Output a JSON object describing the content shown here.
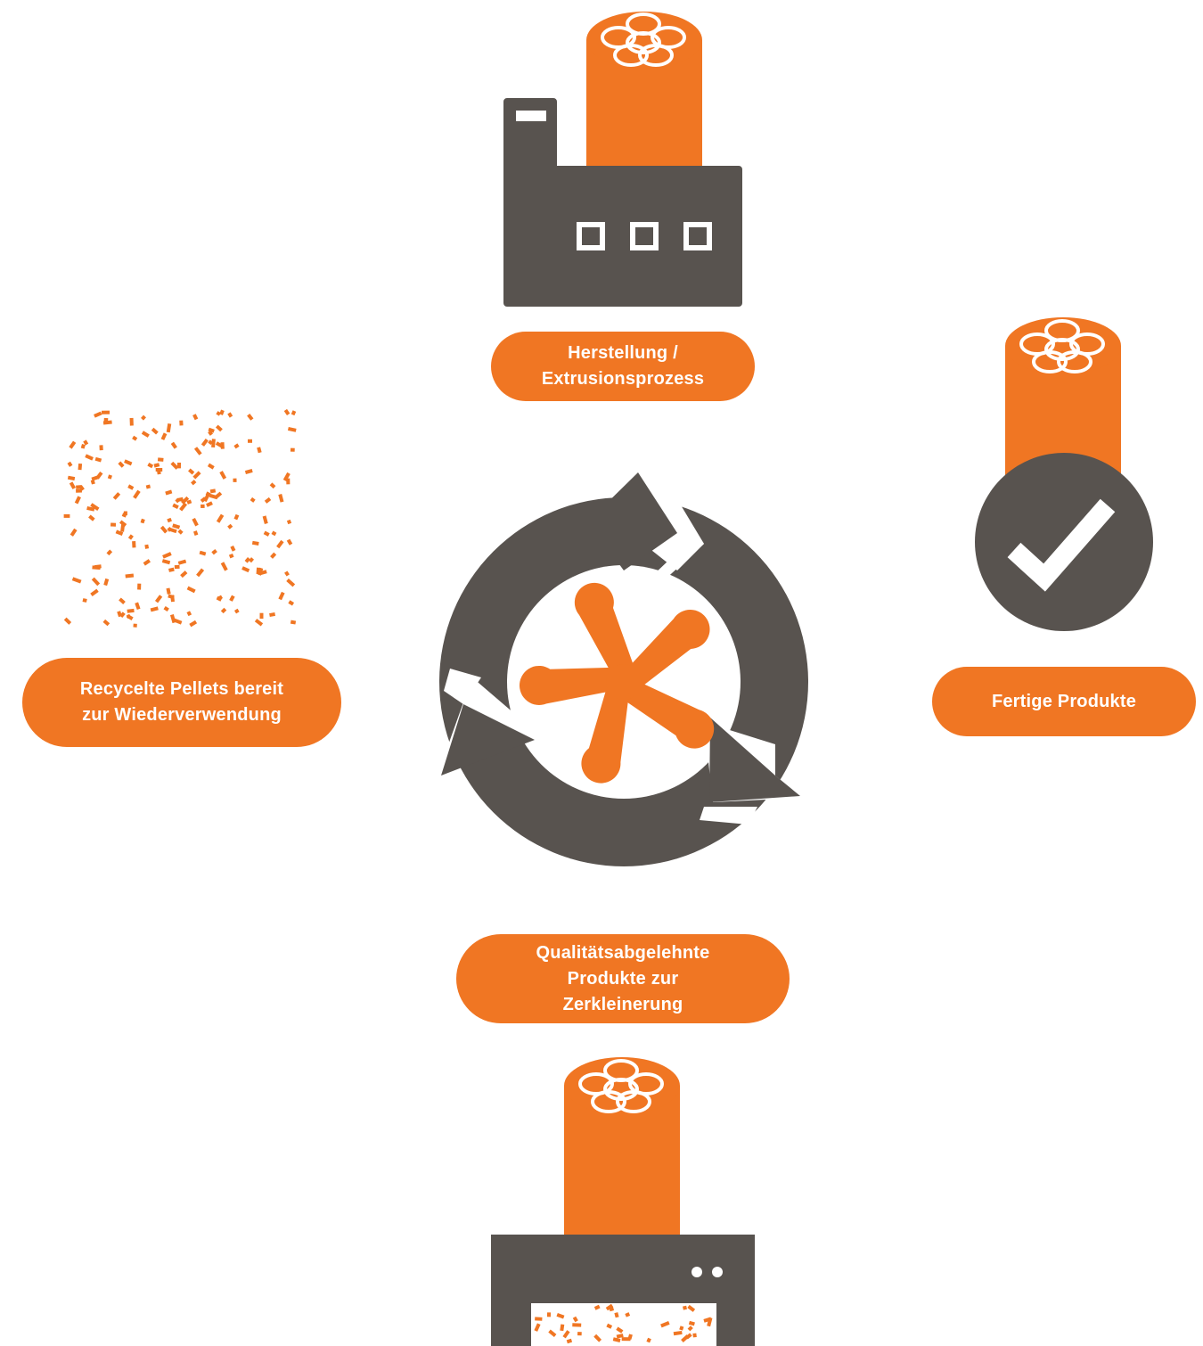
{
  "colors": {
    "accent": "#f07623",
    "dark": "#58534f",
    "white": "#ffffff"
  },
  "steps": {
    "manufacturing": {
      "icon": "factory-icon",
      "lines": [
        "Herstellung /",
        "Extrusionsprozess"
      ]
    },
    "finished": {
      "icon": "checkmark-product-icon",
      "lines": [
        "Fertige Produkte"
      ]
    },
    "rejected": {
      "icon": "shredder-icon",
      "lines": [
        "Qualitätsabgelehnte",
        "Produkte zur",
        "Zerkleinerung"
      ]
    },
    "pellets": {
      "icon": "pellets-icon",
      "lines": [
        "Recycelte Pellets bereit",
        "zur Wiederverwendung"
      ]
    }
  },
  "center": {
    "icon": "recycle-cycle-icon"
  }
}
